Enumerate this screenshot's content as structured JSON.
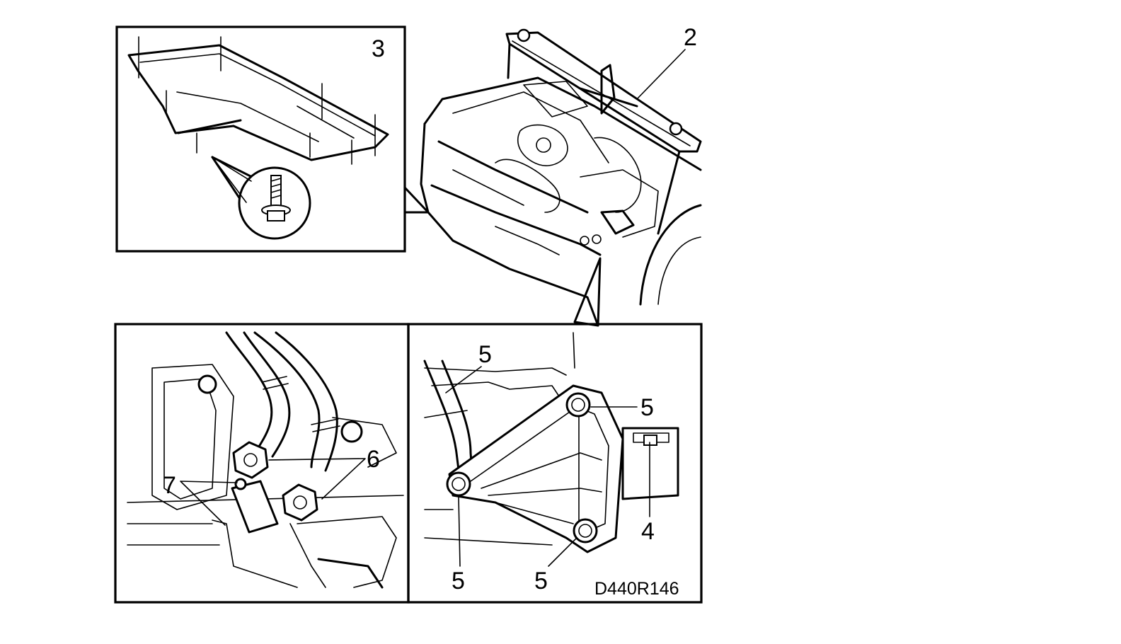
{
  "figure": {
    "code": "D440R146",
    "callouts": {
      "c2": "2",
      "c3": "3",
      "c4": "4",
      "c5a": "5",
      "c5b": "5",
      "c5c": "5",
      "c5d": "5",
      "c6": "6",
      "c7": "7"
    }
  }
}
